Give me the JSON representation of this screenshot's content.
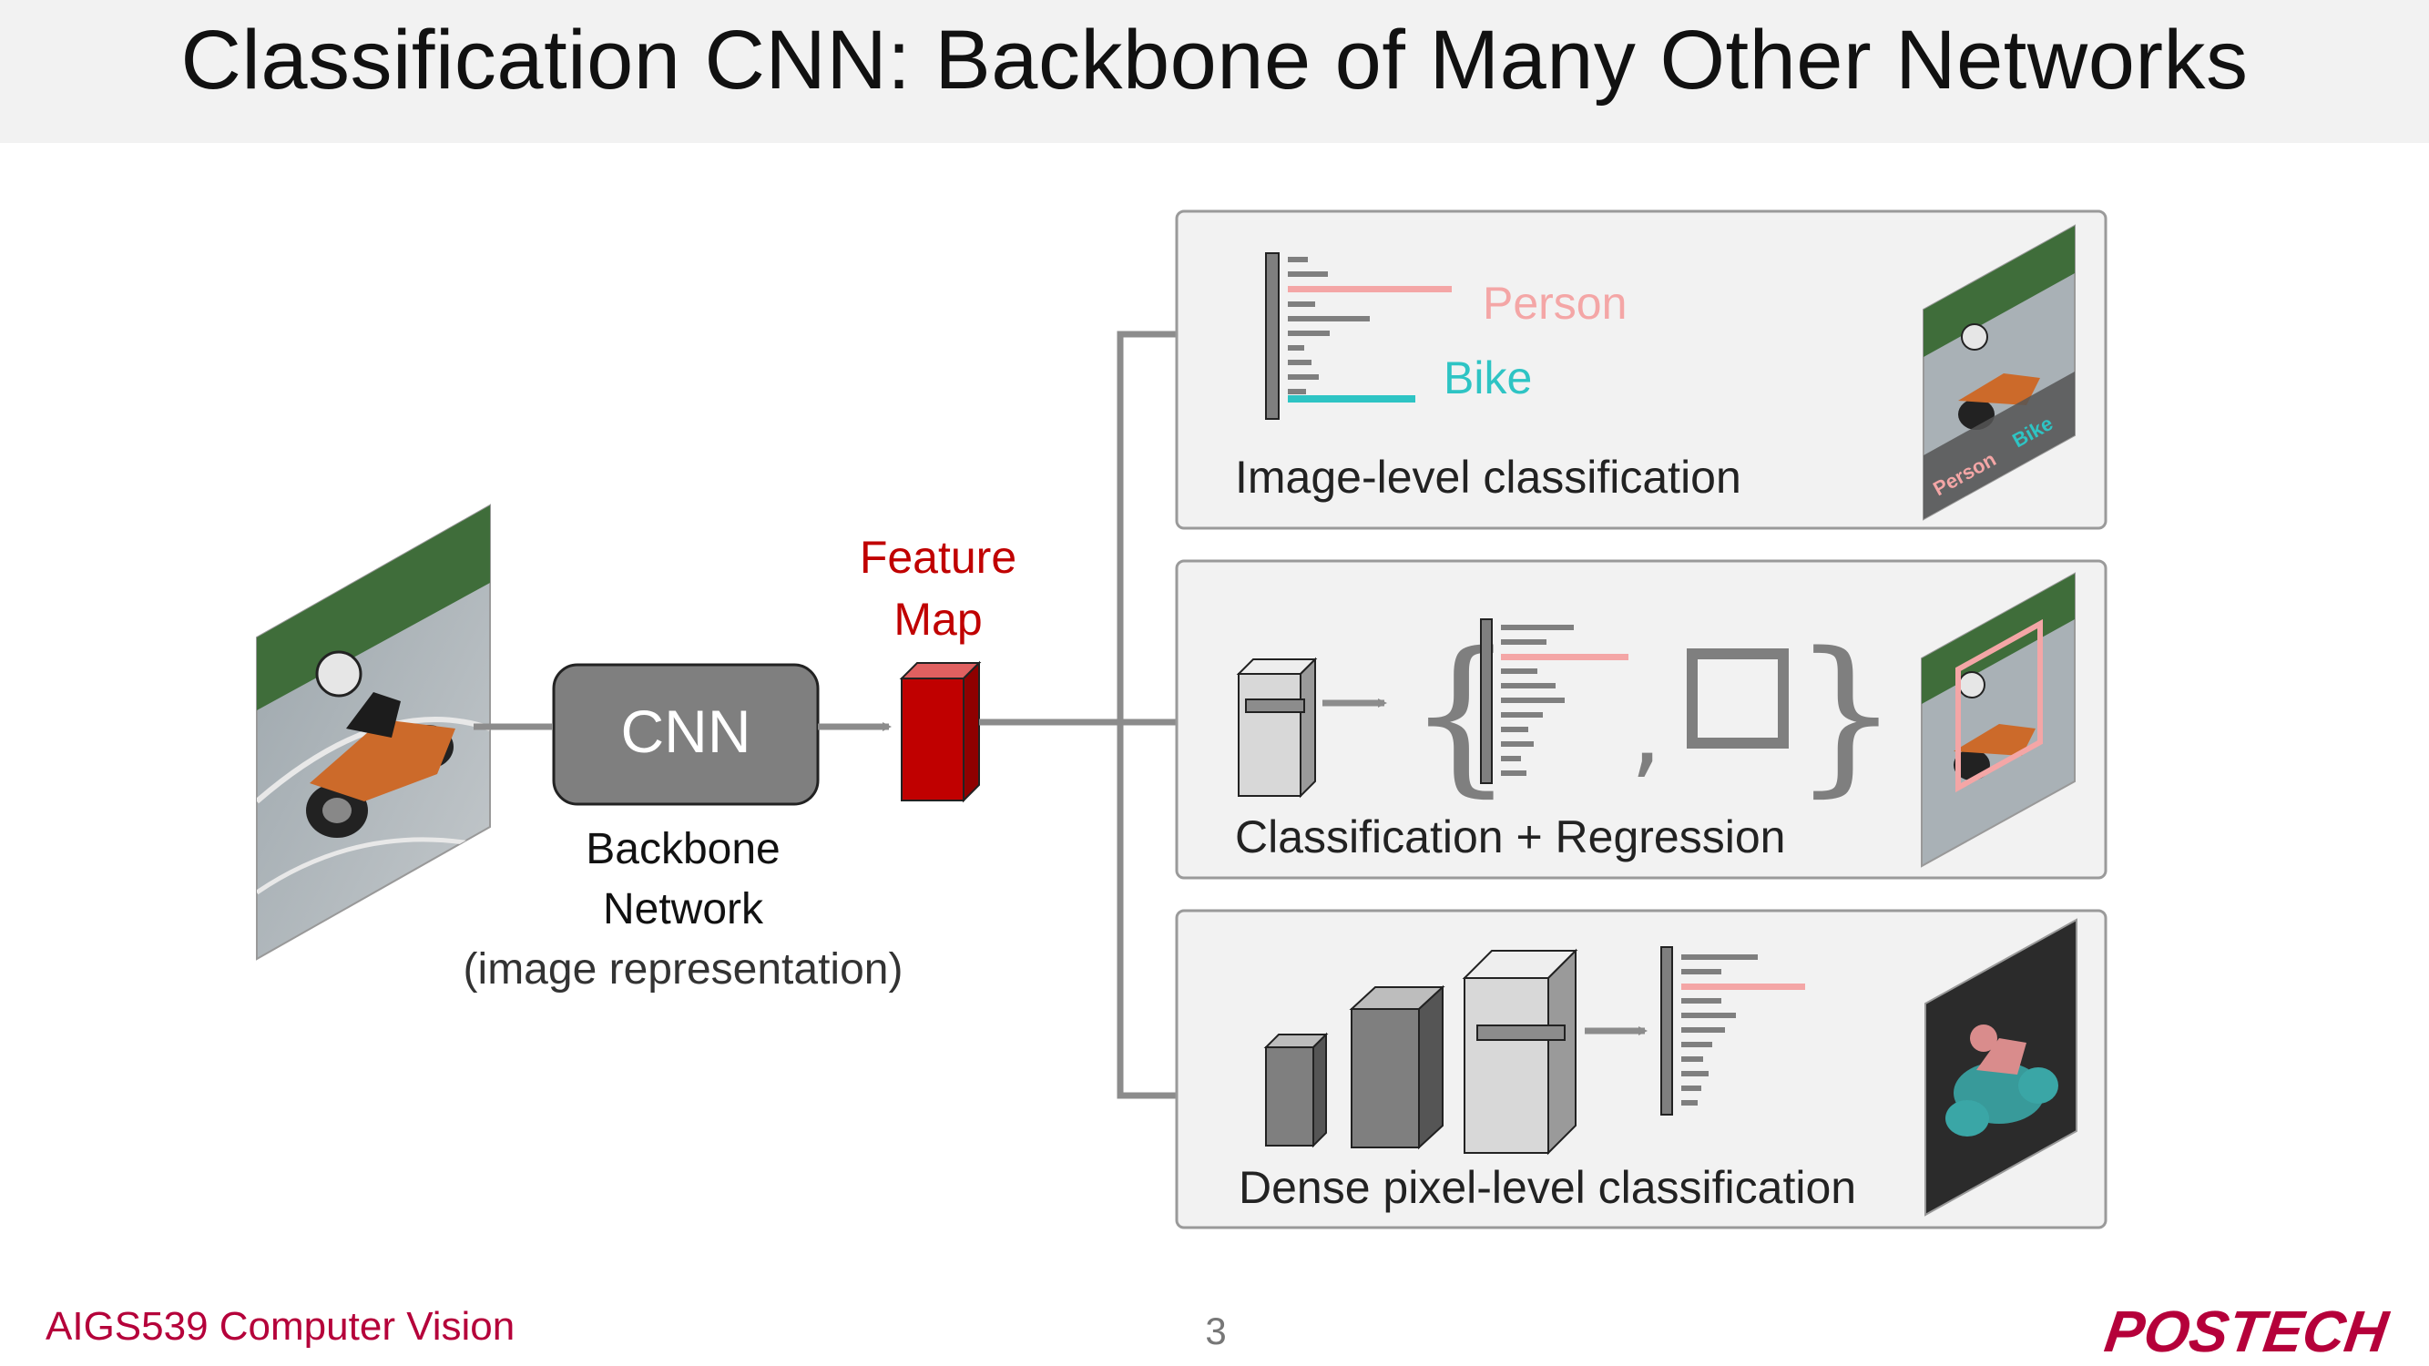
{
  "slide": {
    "title": "Classification CNN: Backbone of Many Other Networks",
    "footer": "AIGS539 Computer Vision",
    "page_number": "3",
    "logo_text": "POSTECH"
  },
  "pipeline": {
    "cnn_label": "CNN",
    "backbone_line1": "Backbone",
    "backbone_line2": "Network",
    "backbone_sub": "(image representation)",
    "feature_map_line1": "Feature",
    "feature_map_line2": "Map"
  },
  "tasks": [
    {
      "caption": "Image-level classification",
      "labels": [
        "Person",
        "Bike"
      ]
    },
    {
      "caption": "Classification + Regression"
    },
    {
      "caption": "Dense pixel-level classification"
    }
  ],
  "colors": {
    "person": "#f4a6a6",
    "bike": "#2ec4c4",
    "feature_map": "#c00000",
    "cnn_box": "#7f7f7f",
    "arrow": "#8c8c8c",
    "accent": "#b5003a"
  }
}
